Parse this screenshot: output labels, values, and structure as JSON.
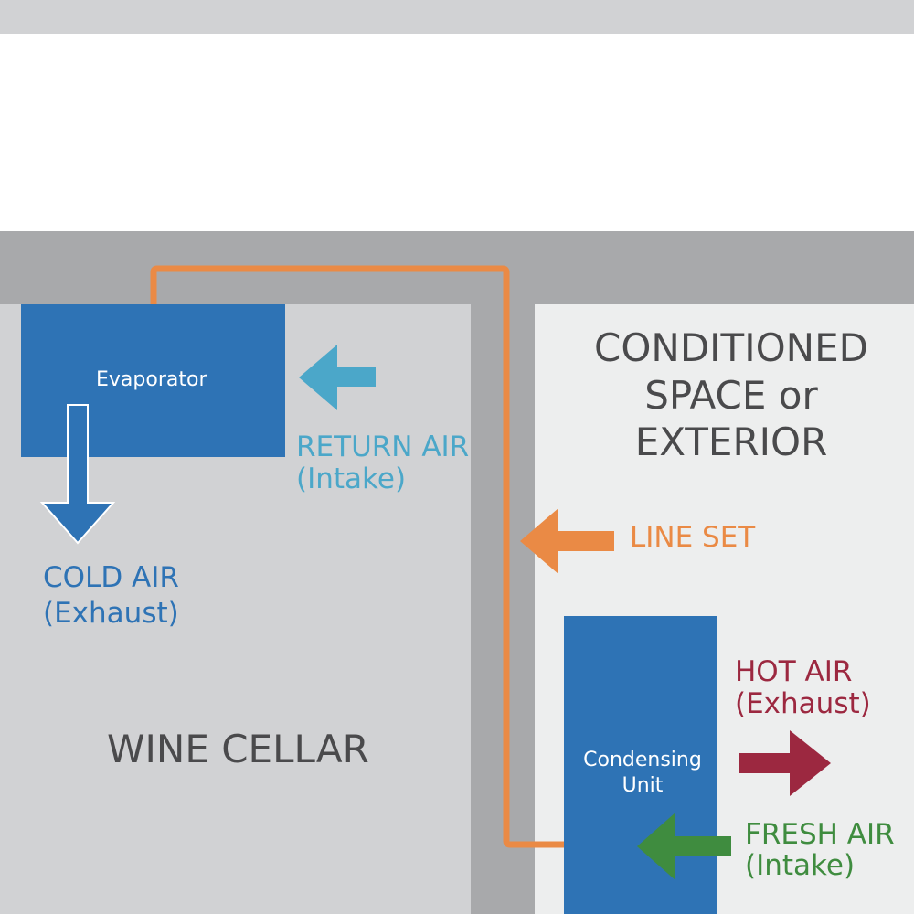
{
  "labels": {
    "evaporator": "Evaporator",
    "return_air_line1": "RETURN AIR",
    "return_air_line2": "(Intake)",
    "cold_air_line1": "COLD AIR",
    "cold_air_line2": "(Exhaust)",
    "wine_cellar": "WINE CELLAR",
    "conditioned_line1": "CONDITIONED",
    "conditioned_line2": "SPACE or",
    "conditioned_line3": "EXTERIOR",
    "line_set": "LINE SET",
    "condensing_line1": "Condensing",
    "condensing_line2": "Unit",
    "hot_air_line1": "HOT AIR",
    "hot_air_line2": "(Exhaust)",
    "fresh_air_line1": "FRESH AIR",
    "fresh_air_line2": "(Intake)"
  },
  "colors": {
    "wall": "#a8a9ab",
    "cellar": "#d1d2d4",
    "conditioned_space": "#edeeee",
    "unit": "#2e73b5",
    "line_set": "#ea8a45",
    "return_air": "#4ba7c9",
    "cold_air": "#2e73b5",
    "hot_air": "#9c2840",
    "fresh_air": "#3f8c3f",
    "text_dark": "#4a4a4c"
  },
  "icons": {
    "return_air": "arrow-left-icon",
    "cold_air": "arrow-down-icon",
    "line_set": "arrow-left-icon",
    "hot_air": "arrow-right-icon",
    "fresh_air": "arrow-left-icon"
  }
}
